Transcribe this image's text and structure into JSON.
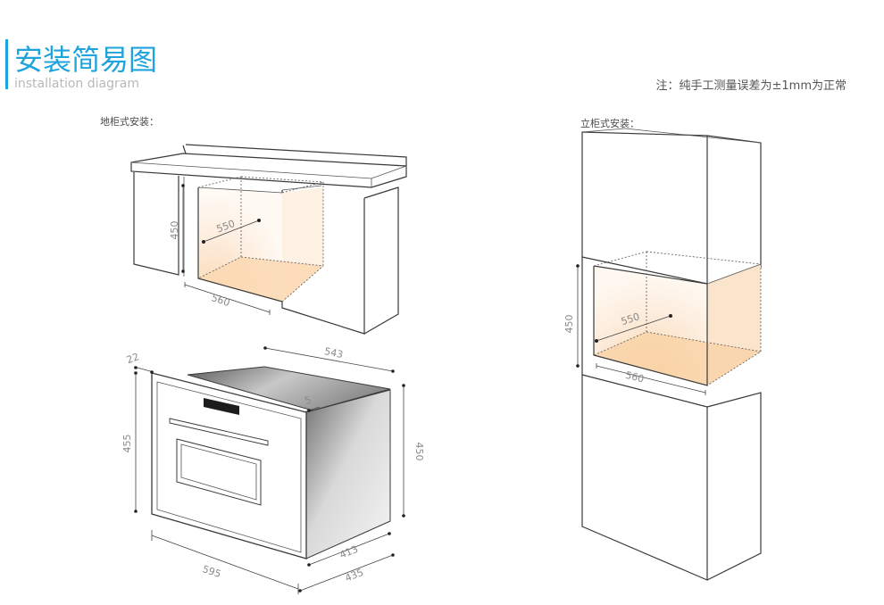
{
  "header": {
    "title": "安装简易图",
    "subtitle": "installation diagram",
    "accent_color": "#1fa3dd",
    "note": "注：纯手工测量误差为±1mm为正常"
  },
  "base_cabinet": {
    "label": "地柜式安装：",
    "height": "450",
    "depth": "550",
    "width": "560"
  },
  "tall_cabinet": {
    "label": "立柜式安装：",
    "height": "450",
    "depth": "550",
    "width": "560"
  },
  "oven": {
    "panel_offset": "22",
    "body_depth": "543",
    "front_height": "455",
    "lip": "5",
    "body_height": "450",
    "front_width": "595",
    "inner_width": "413",
    "outer_width": "435"
  }
}
